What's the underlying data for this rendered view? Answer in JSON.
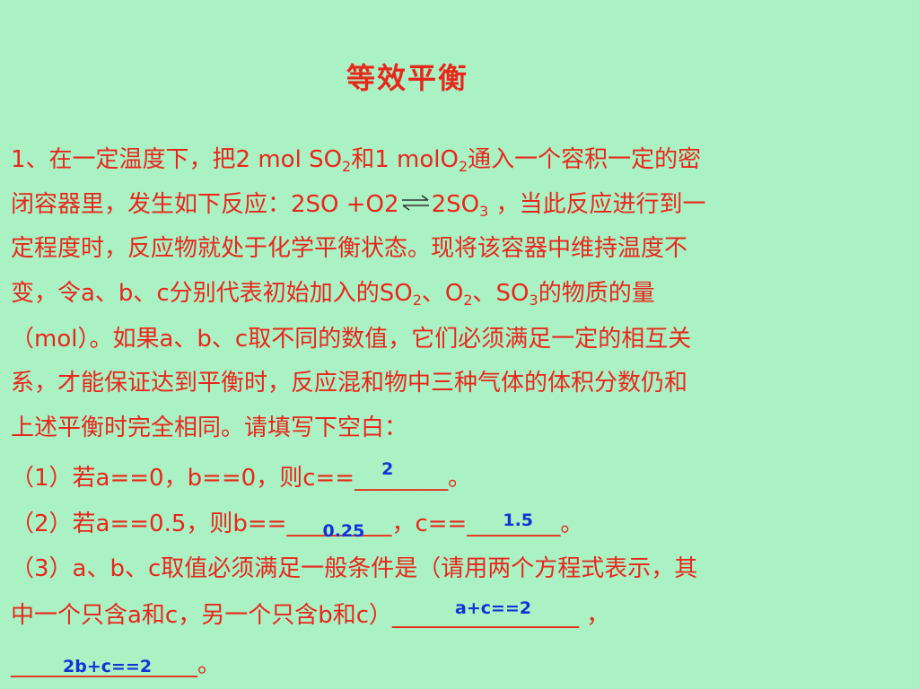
{
  "title": "等效平衡",
  "p1": {
    "t1": "1、在一定温度下，把2 mol SO",
    "s1": "2",
    "t2": "和1 molO",
    "s2": "2",
    "t3": "通入一个容积一定的密",
    "t4": "闭容器里，发生如下反应：2SO +O2",
    "t5": "2SO",
    "s5": "3",
    "t6": " ，当此反应进行到一",
    "t7": "定程度时，反应物就处于化学平衡状态。现将该容器中维持温度不",
    "t8": "变，令a、b、c分别代表初始加入的SO",
    "s8": "2",
    "t9": "、O",
    "s9": "2",
    "t10": "、SO",
    "s10": "3",
    "t11": "的物质的量",
    "t12": "（mol）。如果a、b、c取不同的数值，它们必须满足一定的相互关",
    "t13": "系，才能保证达到平衡时，反应混和物中三种气体的体积分数仍和",
    "t14": "上述平衡时完全相同。请填写下空白："
  },
  "q1": {
    "pre": "（1）若a==0，b==0，则c==",
    "blank": "________",
    "post": "。",
    "answer": "2"
  },
  "q2": {
    "pre": "（2）若a==0.5，则b==",
    "blank1": "_________",
    "mid": "，c==",
    "blank2": "________",
    "post": "。",
    "answer_b": "0.25",
    "answer_c": "1.5"
  },
  "q3": {
    "l1": "（3）a、b、c取值必须满足一般条件是（请用两个方程式表示，其",
    "l2pre": "中一个只含a和c，另一个只含b和c）",
    "blank1": "________________",
    "l2post": " ，",
    "answer1": "a+c==2",
    "blank2": "________________",
    "l3post": "。",
    "answer2": "2b+c==2"
  }
}
